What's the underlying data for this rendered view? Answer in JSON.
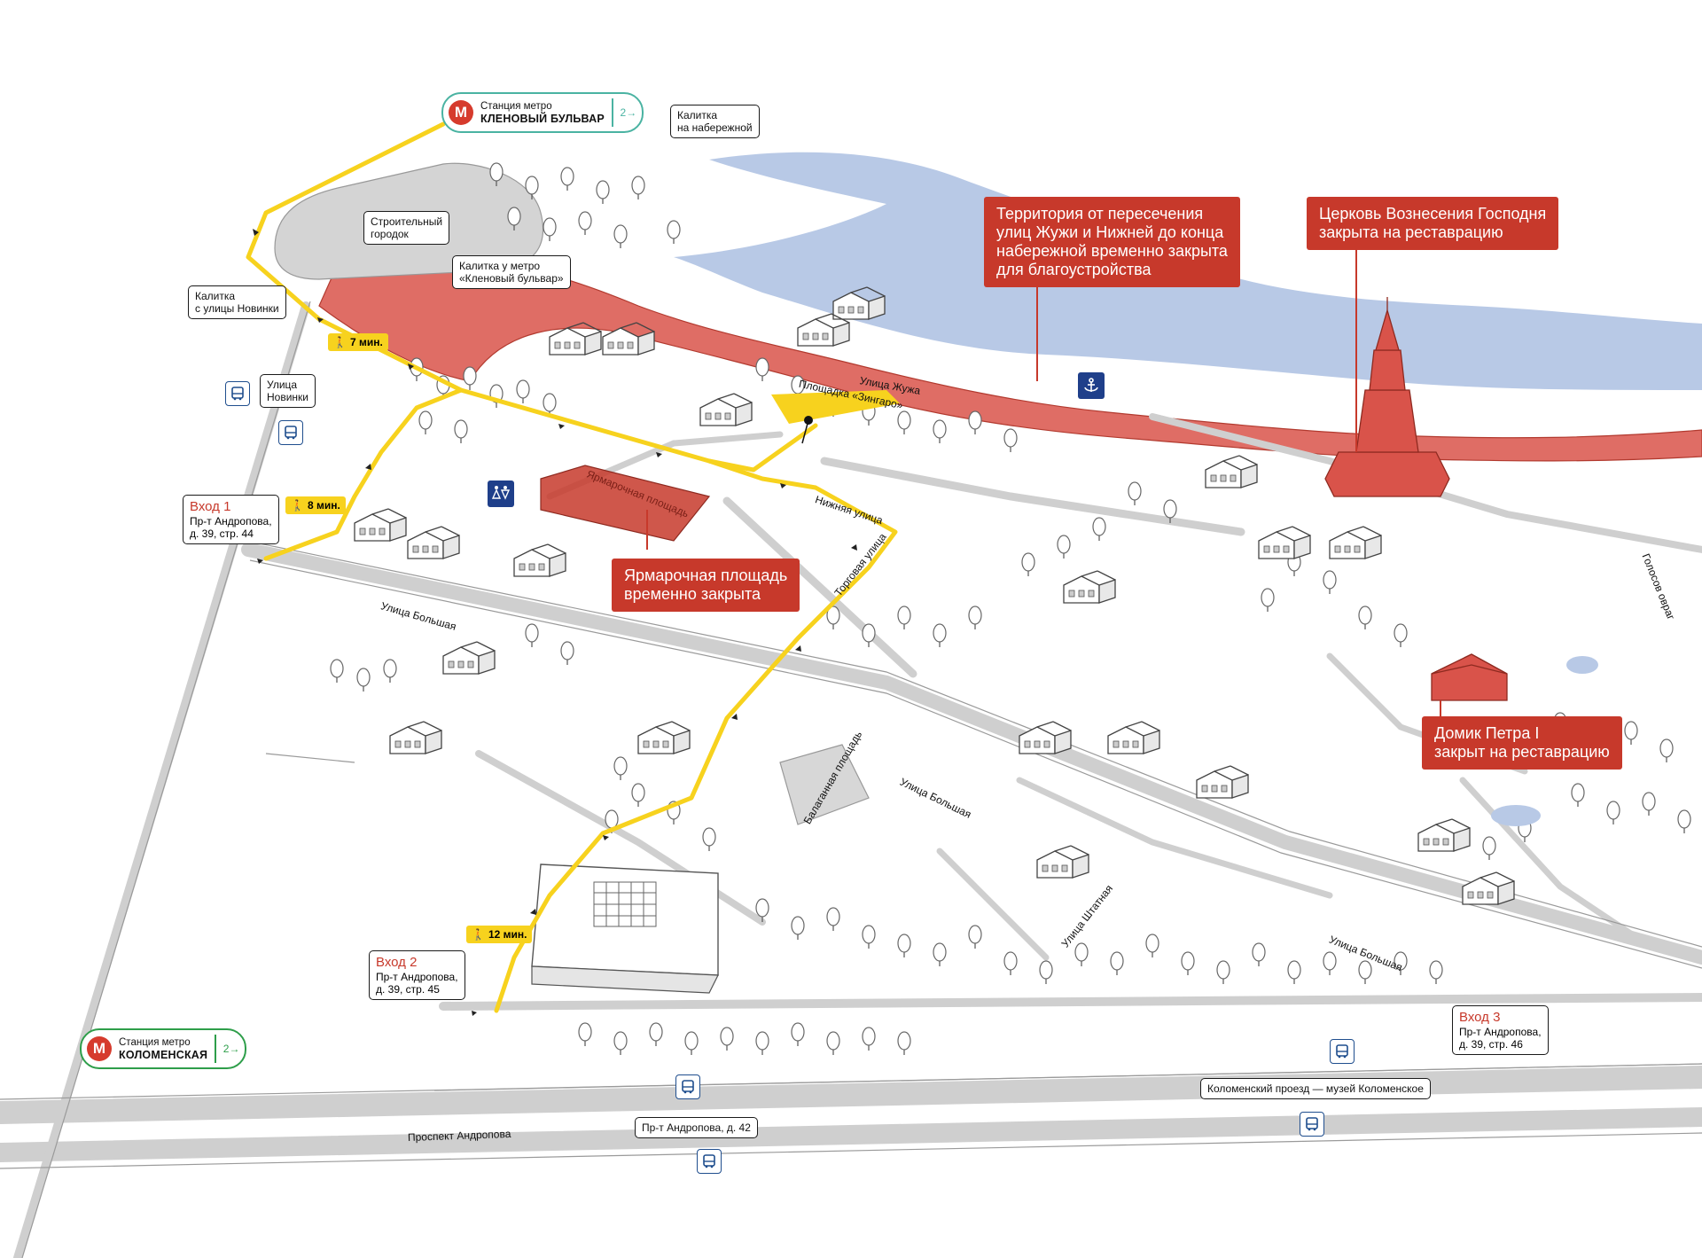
{
  "colors": {
    "accent_red": "#c7392b",
    "closed_zone": "#d9534a",
    "route_yellow": "#f7d21e",
    "river": "#b8c9e6",
    "metro_red": "#d63b2d",
    "metro_green": "#2e9e4a",
    "icon_blue": "#1f3f8a"
  },
  "metro": {
    "top": {
      "line1": "Станция метро",
      "line2": "КЛЕНОВЫЙ БУЛЬВАР",
      "time": "2→",
      "icon": "metro-m-icon"
    },
    "bottom": {
      "line1": "Станция метро",
      "line2": "КОЛОМЕНСКАЯ",
      "time": "2→",
      "icon": "metro-m-icon"
    }
  },
  "labels": {
    "kalitka_naberezhnaya": "Калитка\nна набережной",
    "stroitelny": "Строительный\nгородок",
    "kalitka_metro": "Калитка у метро\n«Кленовый бульвар»",
    "kalitka_novinki": "Калитка\nс улицы Новинки",
    "ulitsa_novinki": "Улица\nНовинки",
    "ploshchadka_zingaro": "Площадка\n«Зингаро»",
    "yarmarochnaya_zone": "Ярмарочная\nплощадь",
    "balagannaya": "Балаганная\nплощадь",
    "bus_kolomensky": "Коломенский проезд — музей Коломенское",
    "bus_andropova42": "Пр-т Андропова, д. 42"
  },
  "entries": [
    {
      "title": "Вход 1",
      "address": "Пр-т Андропова,\nд. 39, стр. 44"
    },
    {
      "title": "Вход 2",
      "address": "Пр-т Андропова,\nд. 39, стр. 45"
    },
    {
      "title": "Вход 3",
      "address": "Пр-т Андропова,\nд. 39, стр. 46"
    }
  ],
  "walk_times": [
    "7 мин.",
    "8 мин.",
    "12 мин."
  ],
  "callouts": {
    "territory": "Территория от пересечения\nулиц Жужи и Нижней до конца\nнабережной временно закрыта\nдля благоустройства",
    "church": "Церковь Вознесения Господня\nзакрыта на реставрацию",
    "fair_square": "Ярмарочная площадь\nвременно закрыта",
    "peter_house": "Домик Петра I\nзакрыт на реставрацию"
  },
  "streets": {
    "zhuzha": "Улица Жужа",
    "nizhnyaya": "Нижняя улица",
    "torgovaya": "Торговая улица",
    "bolshaya_1": "Улица Большая",
    "bolshaya_2": "Улица Большая",
    "bolshaya_3": "Улица Большая",
    "shtatnaya": "Улица Штатная",
    "golosov": "Голосов овраг",
    "andropova": "Проспект Андропова"
  },
  "icons": [
    "metro-m-icon",
    "bus-stop-icon",
    "walking-person-icon",
    "anchor-icon",
    "toilet-icon",
    "arrow-icon",
    "tree-icon",
    "building-icon"
  ]
}
